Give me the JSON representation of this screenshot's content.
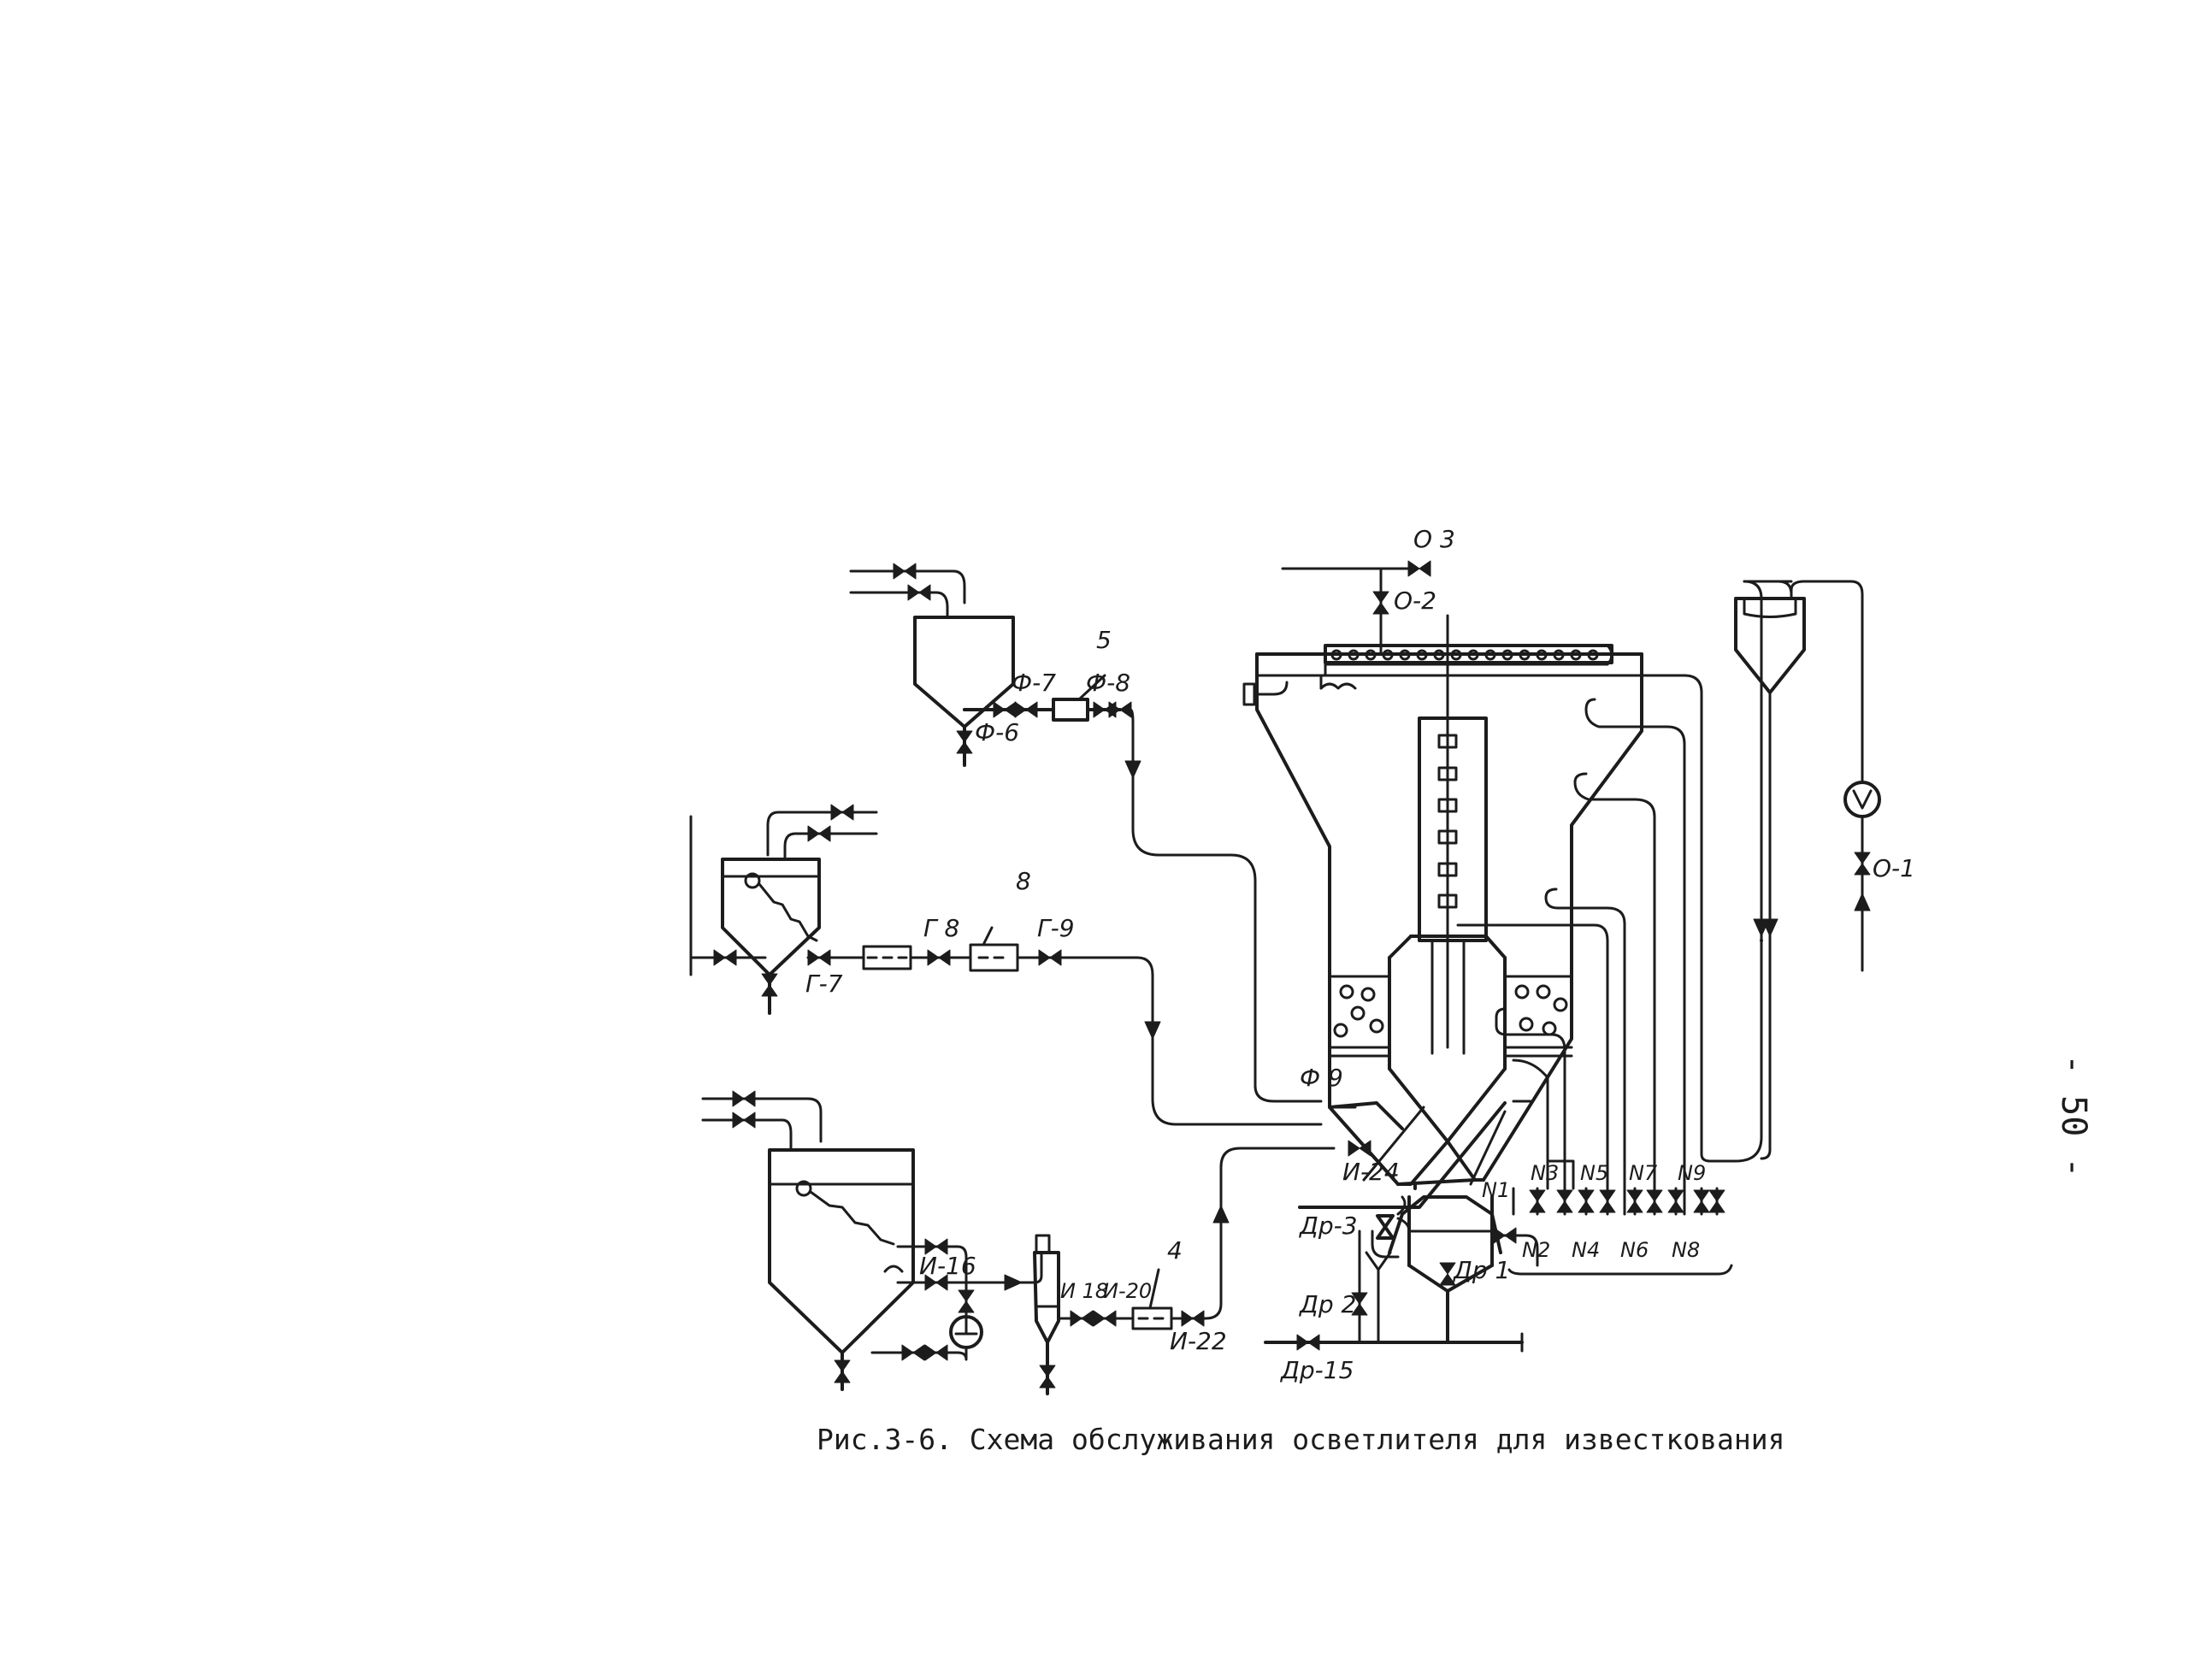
{
  "page_number": "- 50 -",
  "caption": "Рис.3-6. Схема обслуживания осветлителя для известкования",
  "labels": {
    "o3": "О 3",
    "o2": "О-2",
    "o1": "О-1",
    "f7": "Ф-7",
    "f8": "Ф-8",
    "f6": "Ф-6",
    "f9": "Ф 9",
    "n5": "5",
    "n8": "8",
    "n4": "4",
    "g8": "Г 8",
    "g9": "Г-9",
    "g7": "Г-7",
    "i16": "И-16",
    "i18": "И 18",
    "i20": "И-20",
    "i22": "И-22",
    "i24": "И-24",
    "dr1": "Др 1",
    "dr2": "Др 2",
    "dr3": "Др-3",
    "dr15": "Др-15",
    "N1": "N1",
    "N2": "N2",
    "N3": "N3",
    "N4": "N4",
    "N5": "N5",
    "N6": "N6",
    "N7": "N7",
    "N8": "N8",
    "N9": "N9"
  }
}
